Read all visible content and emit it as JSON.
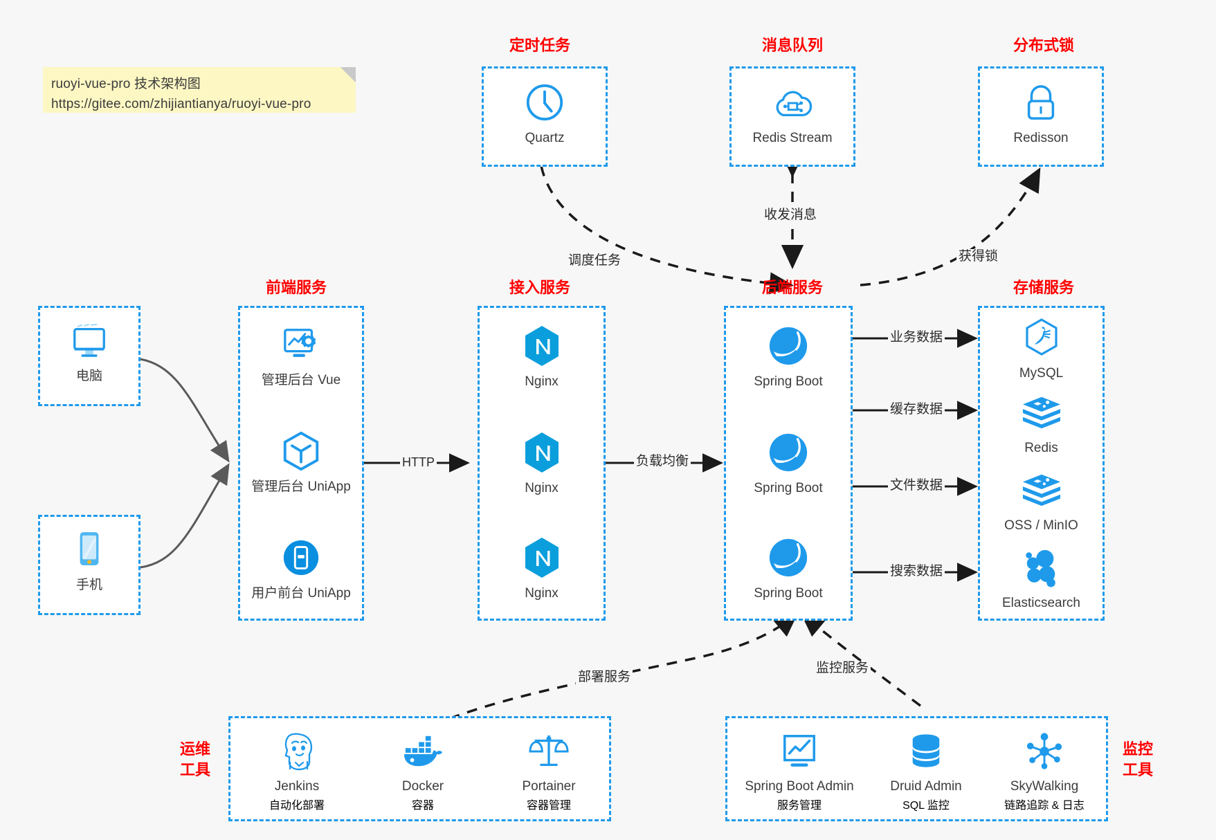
{
  "note": {
    "line1": "ruoyi-vue-pro 技术架构图",
    "line2": "https://gitee.com/zhijiantianya/ruoyi-vue-pro"
  },
  "colors": {
    "accent_blue": "#1f9aeb",
    "title_red": "#ff0000",
    "note_yellow": "#fcf7c3",
    "background": "#f7f7f7",
    "caption_gray": "#3c3c3c",
    "arrow_black": "#1a1a1a",
    "arrow_gray": "#5a5a5a"
  },
  "groups": {
    "scheduler": {
      "title": "定时任务",
      "nodes": [
        {
          "label": "Quartz",
          "icon": "clock-icon"
        }
      ]
    },
    "message_queue": {
      "title": "消息队列",
      "nodes": [
        {
          "label": "Redis Stream",
          "icon": "cloud-stream-icon"
        }
      ]
    },
    "distributed_lock": {
      "title": "分布式锁",
      "nodes": [
        {
          "label": "Redisson",
          "icon": "lock-icon"
        }
      ]
    },
    "clients": {
      "nodes": [
        {
          "label": "电脑",
          "icon": "desktop-icon"
        },
        {
          "label": "手机",
          "icon": "smartphone-icon"
        }
      ]
    },
    "frontend": {
      "title": "前端服务",
      "nodes": [
        {
          "label": "管理后台 Vue",
          "icon": "dashboard-gear-icon"
        },
        {
          "label": "管理后台 UniApp",
          "icon": "cube-icon"
        },
        {
          "label": "用户前台 UniApp",
          "icon": "mobile-app-icon"
        }
      ]
    },
    "gateway": {
      "title": "接入服务",
      "nodes": [
        {
          "label": "Nginx",
          "icon": "nginx-icon"
        },
        {
          "label": "Nginx",
          "icon": "nginx-icon"
        },
        {
          "label": "Nginx",
          "icon": "nginx-icon"
        }
      ]
    },
    "backend": {
      "title": "后端服务",
      "nodes": [
        {
          "label": "Spring Boot",
          "icon": "spring-boot-icon"
        },
        {
          "label": "Spring Boot",
          "icon": "spring-boot-icon"
        },
        {
          "label": "Spring Boot",
          "icon": "spring-boot-icon"
        }
      ]
    },
    "storage": {
      "title": "存储服务",
      "nodes": [
        {
          "label": "MySQL",
          "icon": "mysql-icon"
        },
        {
          "label": "Redis",
          "icon": "redis-icon"
        },
        {
          "label": "OSS / MinIO",
          "icon": "oss-minio-icon"
        },
        {
          "label": "Elasticsearch",
          "icon": "elasticsearch-icon"
        }
      ]
    },
    "ops_tools": {
      "title_line1": "运维",
      "title_line2": "工具",
      "nodes": [
        {
          "label": "Jenkins",
          "sublabel": "自动化部署",
          "icon": "jenkins-icon"
        },
        {
          "label": "Docker",
          "sublabel": "容器",
          "icon": "docker-icon"
        },
        {
          "label": "Portainer",
          "sublabel": "容器管理",
          "icon": "scales-icon"
        }
      ]
    },
    "monitor_tools": {
      "title_line1": "监控",
      "title_line2": "工具",
      "nodes": [
        {
          "label": "Spring Boot Admin",
          "sublabel": "服务管理",
          "icon": "monitor-chart-icon"
        },
        {
          "label": "Druid Admin",
          "sublabel": "SQL 监控",
          "icon": "database-icon"
        },
        {
          "label": "SkyWalking",
          "sublabel": "链路追踪 & 日志",
          "icon": "skywalking-icon"
        }
      ]
    }
  },
  "edges": {
    "http": "HTTP",
    "load_balance": "负载均衡",
    "schedule_task": "调度任务",
    "send_receive_message": "收发消息",
    "acquire_lock": "获得锁",
    "business_data": "业务数据",
    "cache_data": "缓存数据",
    "file_data": "文件数据",
    "search_data": "搜索数据",
    "deploy_service": "部署服务",
    "monitor_service": "监控服务"
  }
}
